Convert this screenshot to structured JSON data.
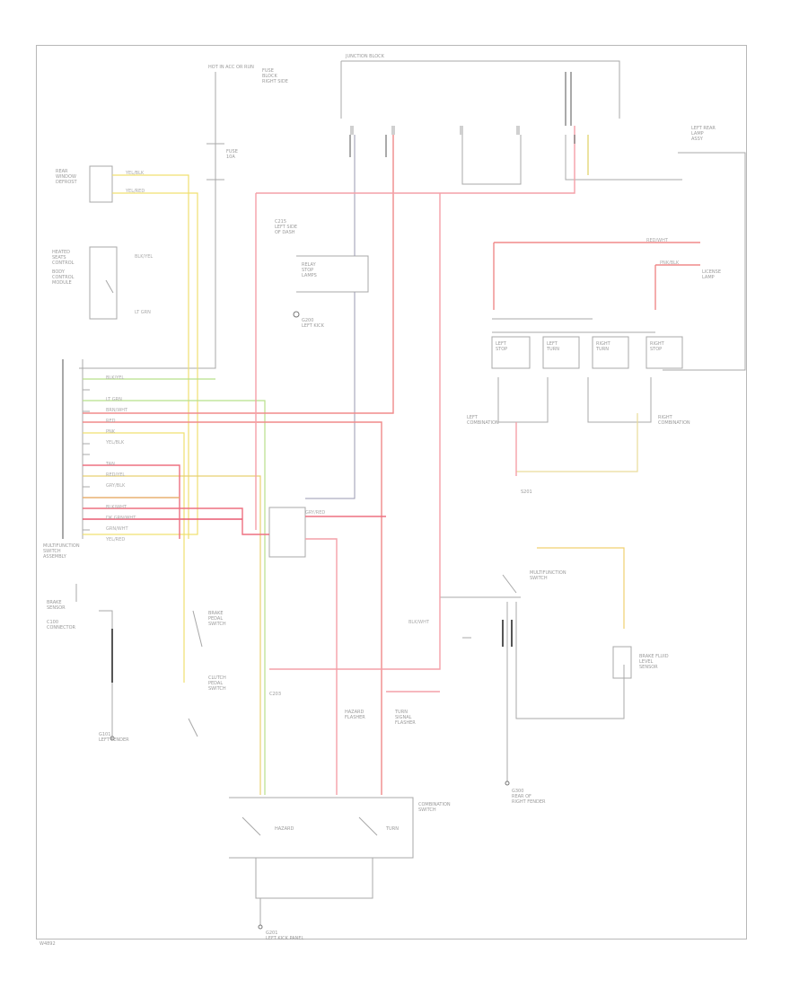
{
  "colors": {
    "wire_red": "#f08a8a",
    "wire_pink": "#f4a0a8",
    "wire_yellow": "#f0e070",
    "wire_green": "#b8e08a",
    "wire_gray": "#9a9ab0",
    "wire_black": "#555555",
    "wire_orange": "#e8b070",
    "frame": "#b8b8b8",
    "label": "#9a9a9a"
  },
  "labels": {
    "ignition_fuse_top": "HOT IN ACC OR RUN",
    "fuse_top_right": "FUSE\nBLOCK\nRIGHT SIDE",
    "fuse_small": "FUSE\n10A",
    "junction_top": "JUNCTION BLOCK",
    "rear_window": "REAR\nWINDOW\nDEFROST",
    "c_connector": "C215\nLEFT SIDE\nOF DASH",
    "module_left_a": "HEATED\nSEATS\nCONTROL",
    "module_left_b": "BODY\nCONTROL\nMODULE",
    "relay_mid": "RELAY\nSTOP\nLAMPS",
    "ground_mid": "G200\nLEFT KICK",
    "left_rear_lamp": "LEFT REAR\nLAMP\nASSY",
    "rear_ground": "LICENSE\nLAMP",
    "lamp1": "LEFT\nSTOP",
    "lamp2": "LEFT\nTURN",
    "lamp3": "RIGHT\nTURN",
    "lamp4": "RIGHT\nSTOP",
    "mid_left": "LEFT\nCOMBINATION",
    "mid_right": "RIGHT\nCOMBINATION",
    "joint1": "S201",
    "control_module": "MULTIFUNCTION\nSWITCH\nASSEMBLY",
    "sensor_left": "BRAKE\nSENSOR",
    "conn_left": "C100\nCONNECTOR",
    "ground_left": "G101\nLEFT FENDER",
    "switch_a": "BRAKE\nPEDAL\nSWITCH",
    "switch_b": "CLUTCH\nPEDAL\nSWITCH",
    "right_multi": "MULTIFUNCTION\nSWITCH",
    "right_sensor": "BRAKE FLUID\nLEVEL\nSENSOR",
    "ground_bottom_right": "G300\nREAR OF\nRIGHT FENDER",
    "mid_bottom_a": "C203",
    "mid_bottom_b": "HAZARD\nFLASHER",
    "mid_bottom_c": "TURN\nSIGNAL\nFLASHER",
    "bottom_module": "COMBINATION\nSWITCH",
    "bottom_a": "HAZARD",
    "bottom_b": "TURN",
    "bottom_ground": "G201\nLEFT KICK PANEL",
    "footer_code": "W4892"
  },
  "pins": [
    "BLK/YEL",
    "LT GRN",
    "BRN/WHT",
    "RED",
    "PNK",
    "YEL/BLK",
    "TAN",
    "RED/YEL",
    "GRY/BLK",
    "BLK/WHT",
    "DK GRN/WHT",
    "GRN/WHT",
    "YEL/RED"
  ],
  "wire_codes": {
    "w1": "YEL/BLK",
    "w2": "YEL/RED",
    "w3": "BLK/YEL",
    "w4": "LT GRN",
    "w5": "RED/WHT",
    "w6": "PNK/BLK",
    "w7": "GRY/RED",
    "w8": "BLK/WHT"
  }
}
